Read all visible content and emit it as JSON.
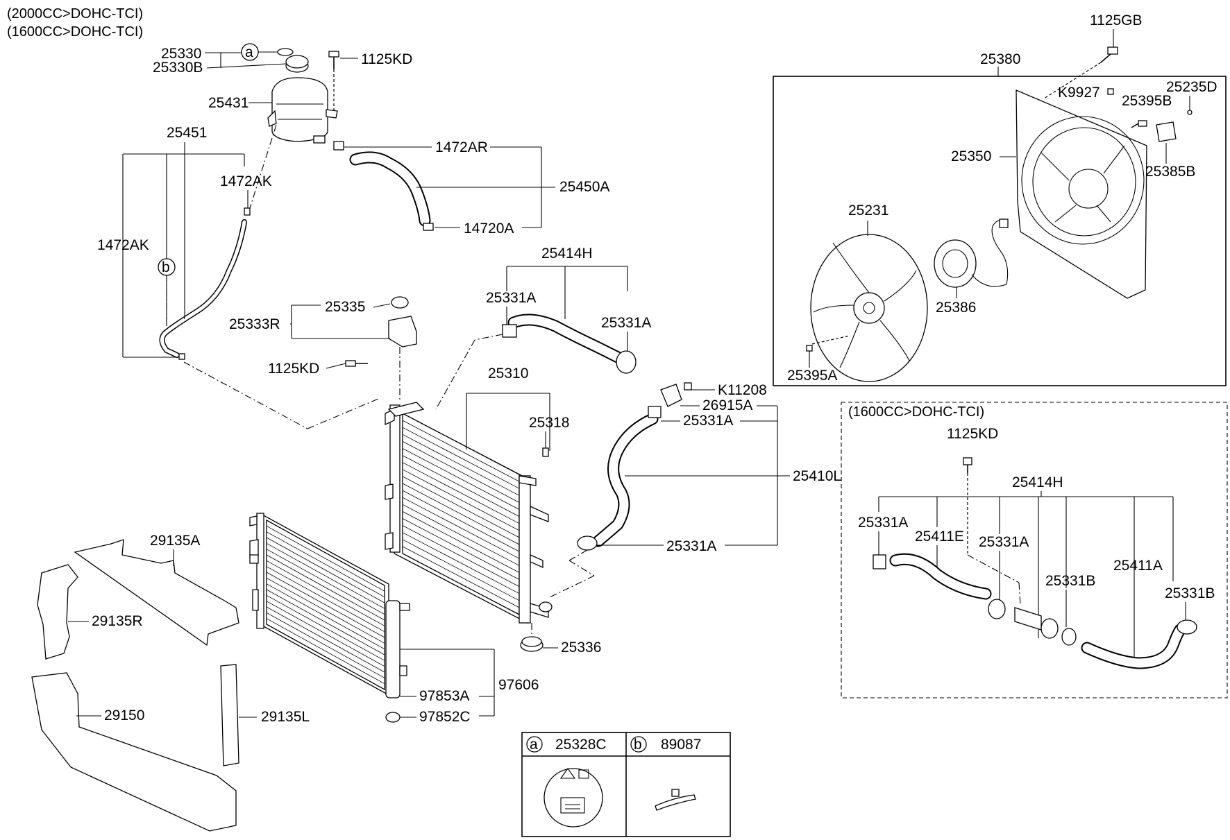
{
  "conditions": {
    "header_line1": "(2000CC>DOHC-TCI)",
    "header_line2": "(1600CC>DOHC-TCI)",
    "inset_title": "(1600CC>DOHC-TCI)"
  },
  "callouts": {
    "a": "a",
    "b": "b"
  },
  "parts": {
    "p25330": "25330",
    "p25330B": "25330B",
    "p1125KD_top": "1125KD",
    "p25431": "25431",
    "p25451": "25451",
    "p1472AK_a": "1472AK",
    "p1472AK_b": "1472AK",
    "p1472AR": "1472AR",
    "p25450A": "25450A",
    "p14720A": "14720A",
    "p25414H": "25414H",
    "p25331A_1": "25331A",
    "p25331A_2": "25331A",
    "p25335": "25335",
    "p25333R": "25333R",
    "p1125KD_mid": "1125KD",
    "p25310": "25310",
    "p25318": "25318",
    "pK11208": "K11208",
    "p26915A": "26915A",
    "p25331A_3": "25331A",
    "p25410L": "25410L",
    "p25331A_4": "25331A",
    "p29135A": "29135A",
    "p29135R": "29135R",
    "p29150": "29150",
    "p29135L": "29135L",
    "p25336": "25336",
    "p97606": "97606",
    "p97853A": "97853A",
    "p97852C": "97852C",
    "p1125GB": "1125GB",
    "p25380": "25380",
    "pK9927": "K9927",
    "p25235D": "25235D",
    "p25395B": "25395B",
    "p25350": "25350",
    "p25385B": "25385B",
    "p25231": "25231",
    "p25386": "25386",
    "p25395A": "25395A"
  },
  "inset": {
    "p1125KD": "1125KD",
    "p25414H": "25414H",
    "p25331A_1": "25331A",
    "p25411E": "25411E",
    "p25331A_2": "25331A",
    "p25411A": "25411A",
    "p25331B_1": "25331B",
    "p25331B_2": "25331B"
  },
  "legend_table": {
    "a_mark": "a",
    "a_part": "25328C",
    "b_mark": "b",
    "b_part": "89087"
  }
}
